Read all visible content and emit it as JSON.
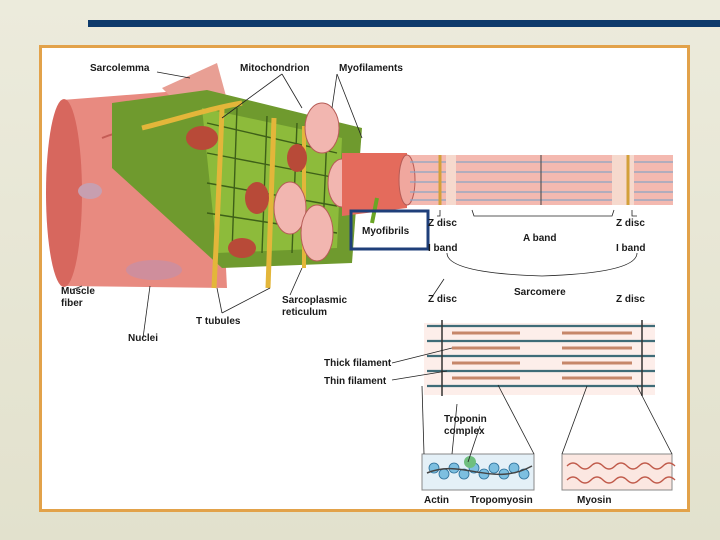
{
  "slide": {
    "accent_bar_color": "#0e3a6b",
    "frame_color": "#e2a24a"
  },
  "labels": {
    "sarcolemma": "Sarcolemma",
    "mitochondrion": "Mitochondrion",
    "myofilaments": "Myofilaments",
    "myofibrils": "Myofibrils",
    "muscle_fiber_1": "Muscle",
    "muscle_fiber_2": "fiber",
    "nuclei": "Nuclei",
    "t_tubules": "T tubules",
    "sr_1": "Sarcoplasmic",
    "sr_2": "reticulum",
    "z_disc_a": "Z disc",
    "z_disc_b": "Z disc",
    "a_band": "A band",
    "i_band_a": "I band",
    "i_band_b": "I band",
    "sarcomere": "Sarcomere",
    "z_disc_c": "Z disc",
    "z_disc_d": "Z disc",
    "thick_filament": "Thick filament",
    "thin_filament": "Thin filament",
    "troponin_1": "Troponin",
    "troponin_2": "complex",
    "actin": "Actin",
    "tropomyosin": "Tropomyosin",
    "myosin": "Myosin"
  }
}
